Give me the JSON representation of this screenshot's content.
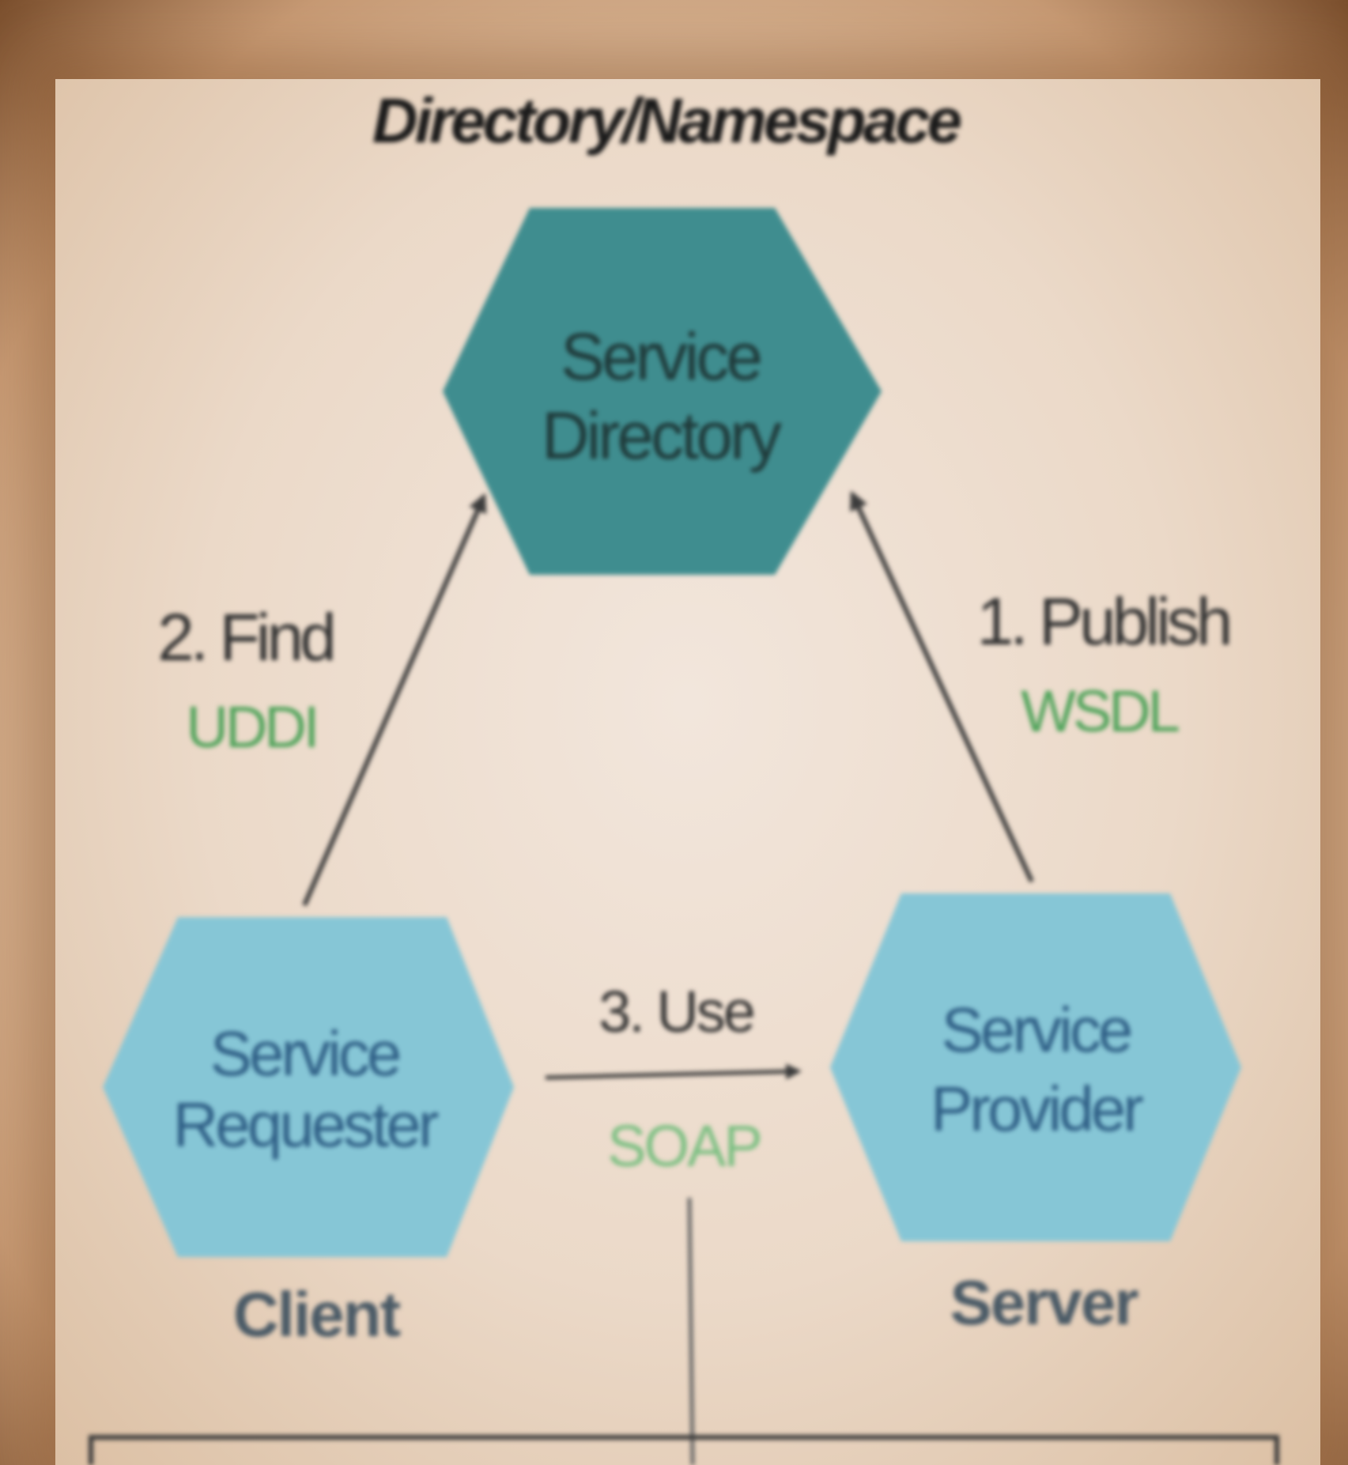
{
  "diagram": {
    "title": "Directory/Namespace",
    "nodes": {
      "directory": {
        "line1": "Service",
        "line2": "Directory"
      },
      "requester": {
        "line1": "Service",
        "line2": "Requester",
        "caption": "Client"
      },
      "provider": {
        "line1": "Service",
        "line2": "Provider",
        "caption": "Server"
      }
    },
    "edges": {
      "find": {
        "step": "2. Find",
        "protocol": "UDDI"
      },
      "publish": {
        "step": "1. Publish",
        "protocol": "WSDL"
      },
      "use": {
        "step": "3. Use",
        "protocol": "SOAP"
      }
    },
    "colors": {
      "directory_fill": "#3f8d8f",
      "node_fill": "#86c6d6",
      "protocol_text": "#4fa35a",
      "step_text": "#333333",
      "node_text": "#2f5f86",
      "directory_text": "#1f3a3a"
    }
  }
}
